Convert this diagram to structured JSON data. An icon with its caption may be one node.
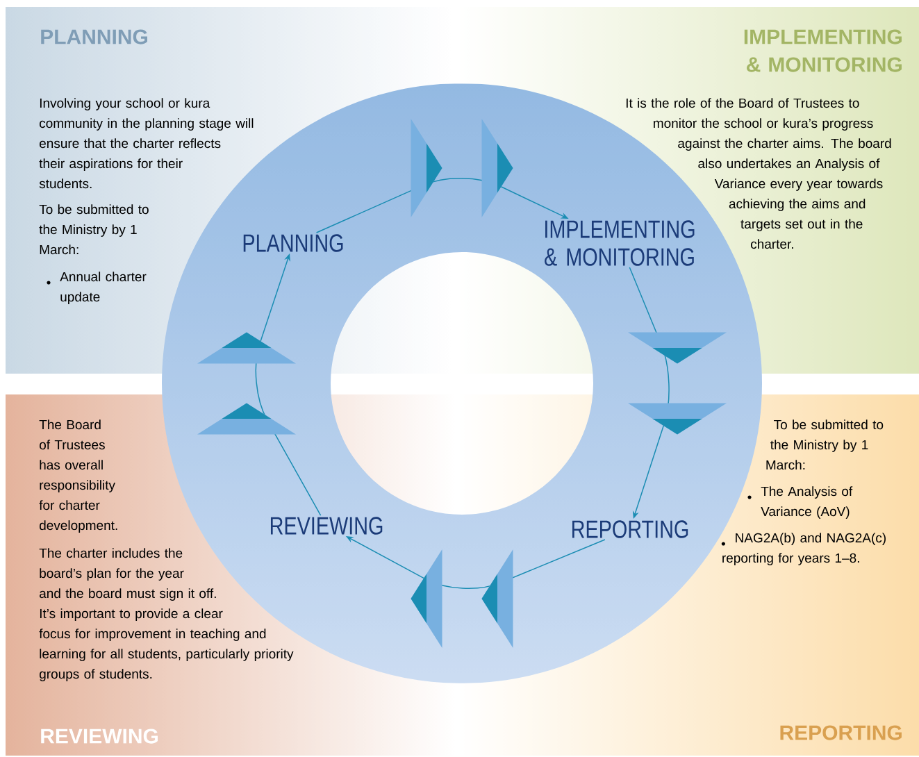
{
  "diagram": {
    "nodes": [
      {
        "text": [
          "PLANNING"
        ]
      },
      {
        "text": [
          "IMPLEMENTING & MONITORING"
        ]
      },
      {
        "text": [
          "REPORTING"
        ]
      },
      {
        "text": [
          "REVIEWING"
        ]
      }
    ],
    "edges": [
      {
        "from": 0,
        "to": 1,
        "arrow": "to"
      },
      {
        "from": 1,
        "to": 2,
        "arrow": "to"
      },
      {
        "from": 2,
        "to": 3,
        "arrow": "to"
      },
      {
        "from": 3,
        "to": 0,
        "arrow": "to"
      }
    ],
    "labels": [
      "PLANNING",
      "Involving your school or kura community in the planning stage will ensure that the charter reflects their aspirations for their students.",
      "To be submitted to the Ministry by 1 March:",
      "Annual charter update",
      "IMPLEMENTING & MONITORING",
      "It is the role of the Board of Trustees to monitor the school or kura’s progress against the charter aims. The board also undertakes an Analysis of Variance every year towards achieving the aims and targets set out in the charter.",
      "The Board of Trustees has overall responsibility for charter development.",
      "The charter includes the board’s plan for the year and the board must sign it off. It’s important to provide a clear focus for improvement in teaching and learning for all students, particularly priority groups of students.",
      "REVIEWING",
      "To be submitted to the Ministry by 1 March:",
      "The Analysis of Variance (AoV)",
      "NAG2A(b) and NAG2A(c) reporting for years 1–8.",
      "REPORTING"
    ]
  }
}
